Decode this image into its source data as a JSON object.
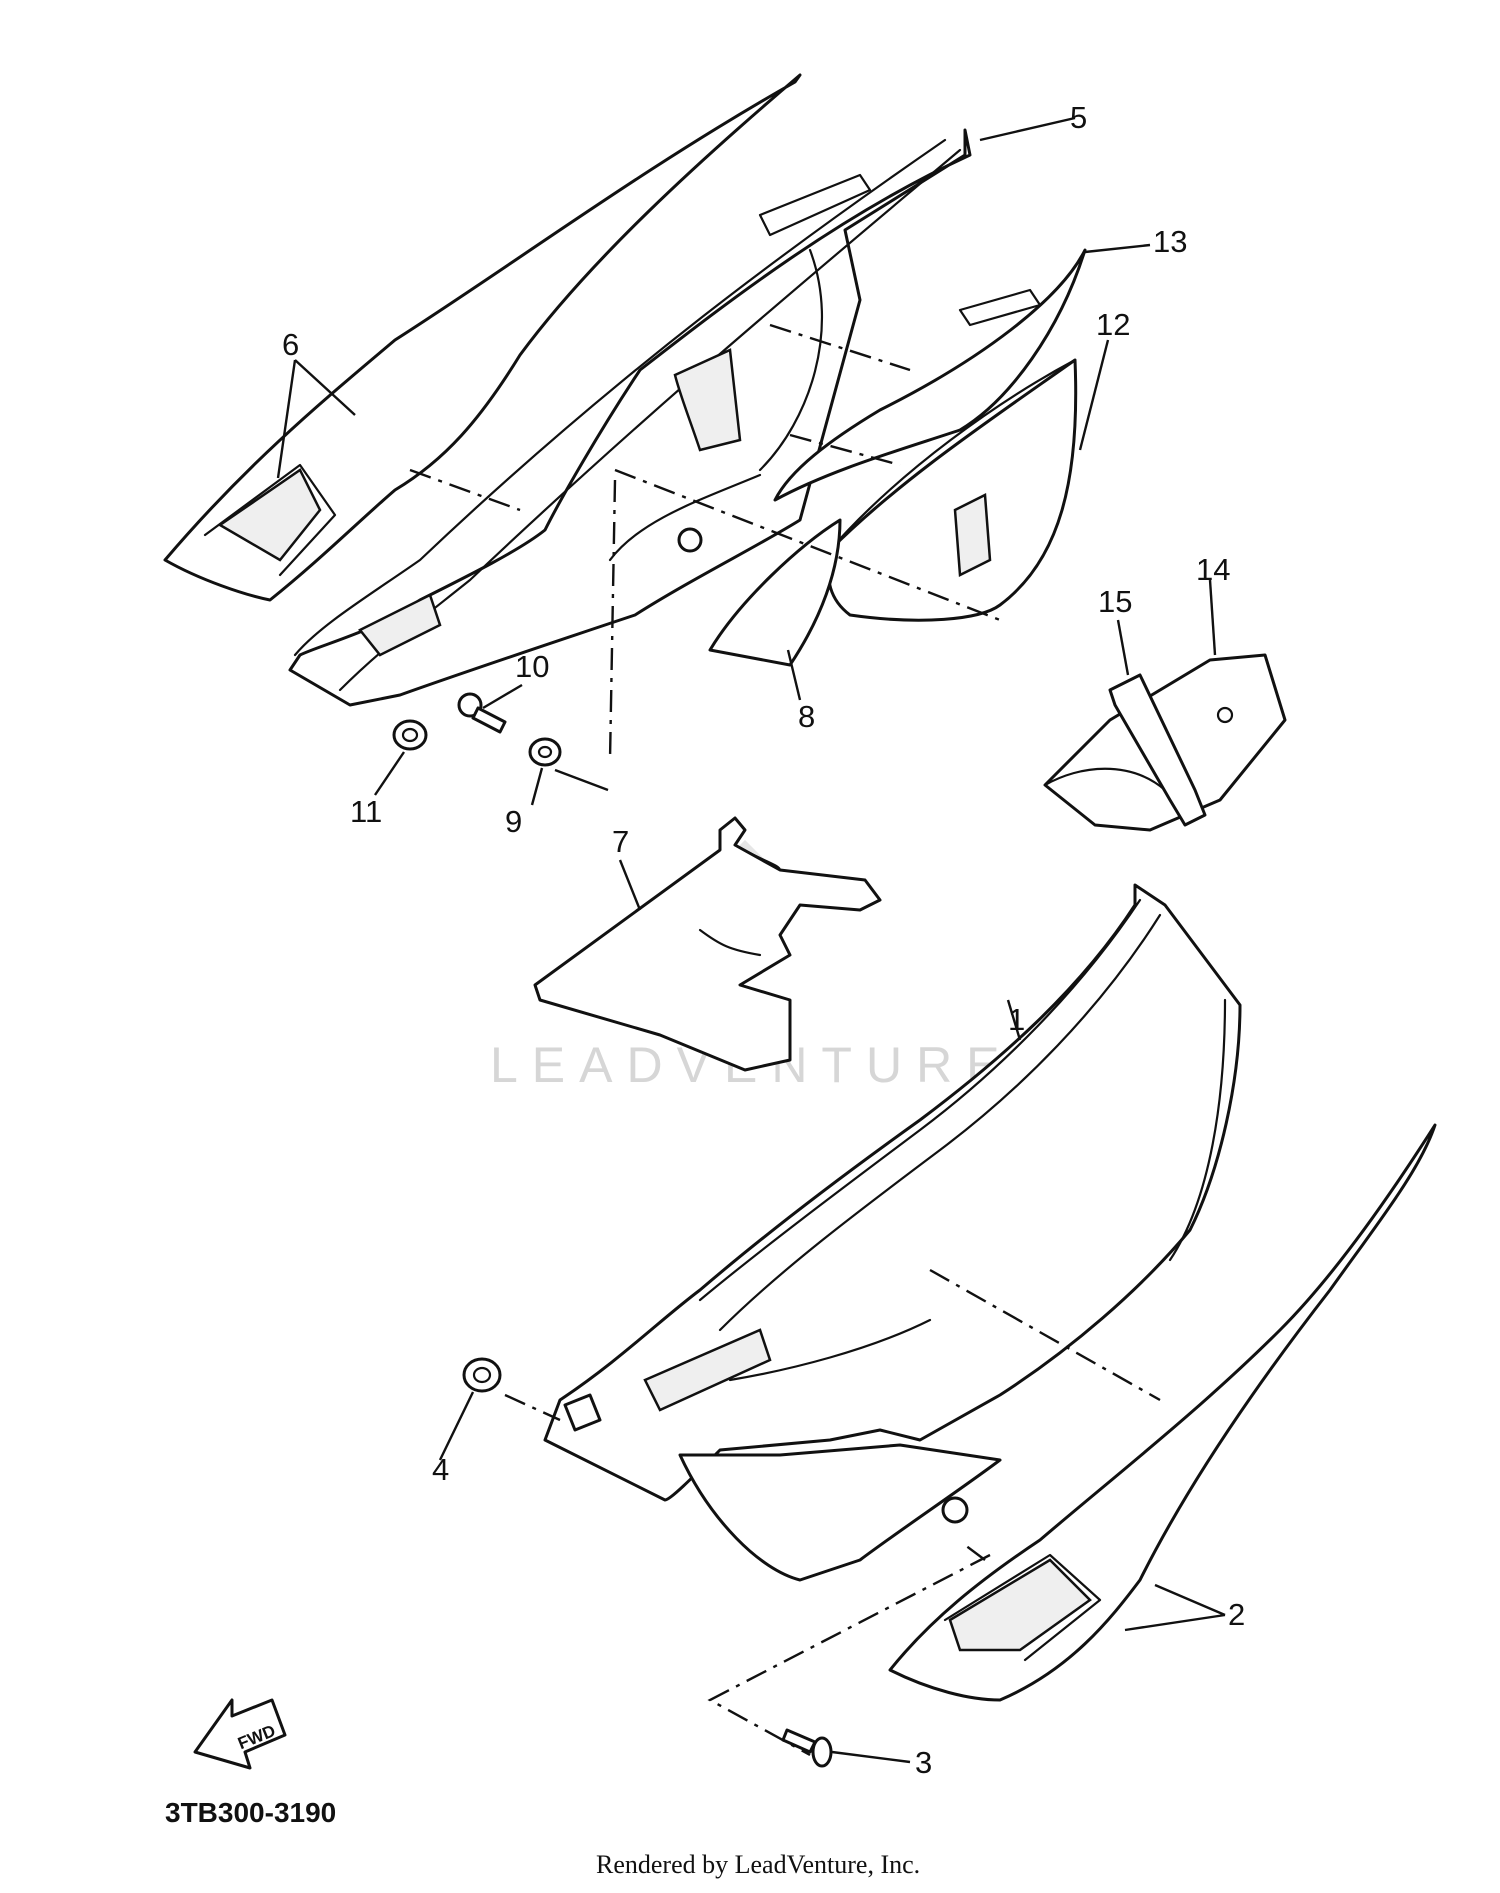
{
  "diagram": {
    "callouts": [
      "1",
      "2",
      "3",
      "4",
      "5",
      "6",
      "7",
      "8",
      "9",
      "10",
      "11",
      "12",
      "13",
      "14",
      "15"
    ],
    "arrow_label": "FWD",
    "diagram_code": "3TB300-3190",
    "credit": "Rendered by LeadVenture, Inc.",
    "watermark": "LEADVENTURE"
  }
}
